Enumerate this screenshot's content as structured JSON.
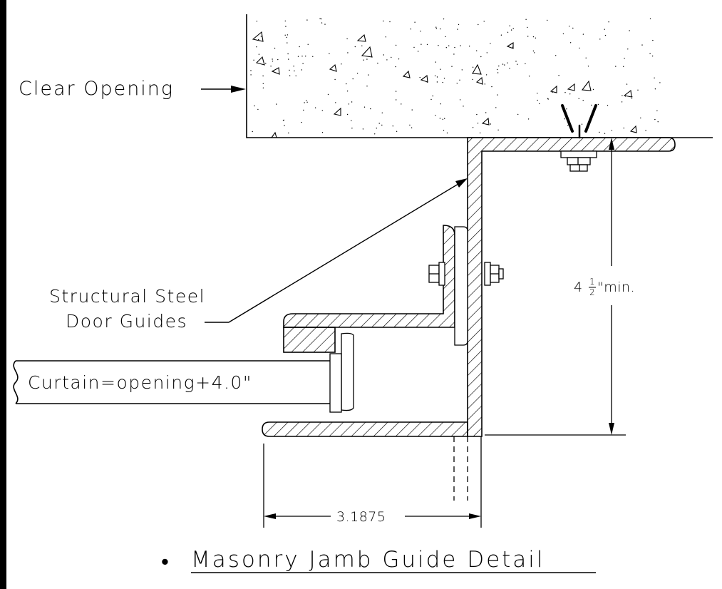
{
  "labels": {
    "clear_opening": "Clear Opening",
    "structural_line1": "Structural Steel",
    "structural_line2": "Door Guides",
    "curtain": "Curtain=opening+4.0\"",
    "dimension_height_whole": "4",
    "dimension_height_num": "1",
    "dimension_height_den": "2",
    "dimension_height_suffix": "\"min.",
    "dimension_width": "3.1875",
    "title_bullet": "•",
    "title": "Masonry Jamb Guide Detail"
  },
  "colors": {
    "ink": "#000000",
    "paper": "#ffffff"
  },
  "icons": {
    "anchor": "masonry-anchor-icon",
    "bolt": "hex-bolt-icon"
  }
}
